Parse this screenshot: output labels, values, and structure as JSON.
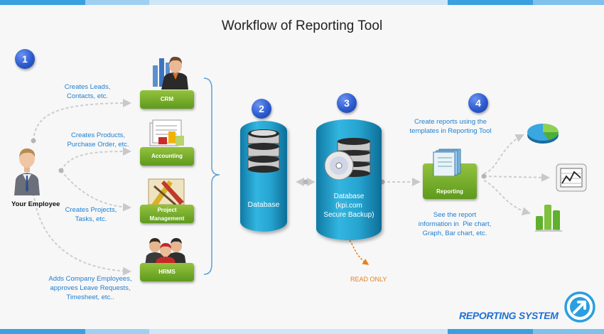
{
  "title": "Workflow of Reporting Tool",
  "steps": [
    "1",
    "2",
    "3",
    "4"
  ],
  "employee": {
    "label": "Your Employee"
  },
  "actions": {
    "leads": "Creates Leads,\nContacts, etc.",
    "products": "Creates Products,\nPurchase Order, etc.",
    "projects": "Creates Projects,\nTasks, etc.",
    "employees": "Adds Company Employees,\napproves Leave Requests,\nTimesheet, etc.."
  },
  "modules": {
    "crm": "CRM",
    "accounting": "Accounting",
    "project_line1": "Project",
    "project_line2": "Management",
    "hrms": "HRMS"
  },
  "database": {
    "label": "Database"
  },
  "backup": {
    "line1": "Database",
    "line2": "(kpi.com",
    "line3": "Secure Backup)"
  },
  "read_only": "READ ONLY",
  "reporting": {
    "label": "Reporting",
    "create_text": "Create reports using the\ntemplates in Reporting Tool",
    "see_text": "See the report\ninformation in  Pie chart,\nGraph, Bar chart, etc."
  },
  "brand": "REPORTING SYSTEM",
  "icons": [
    "crm-icon",
    "accounting-icon",
    "project-icon",
    "hrms-icon",
    "pie-chart-icon",
    "line-graph-icon",
    "bar-chart-icon",
    "reporting-system-logo"
  ],
  "colors": {
    "accent_blue": "#1e7fd0",
    "module_green": "#76ad2a",
    "database_blue": "#1f98c6",
    "read_only_orange": "#e77f1d"
  }
}
